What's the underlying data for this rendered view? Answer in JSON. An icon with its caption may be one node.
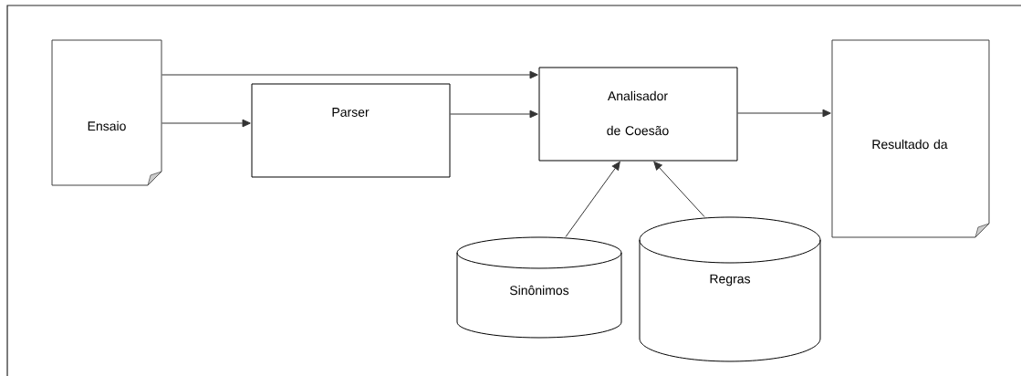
{
  "diagram": {
    "nodes": [
      {
        "text": [
          "Ensaio"
        ]
      },
      {
        "text": [
          "Parser"
        ]
      },
      {
        "text": [
          "Analisador de Coesão"
        ]
      },
      {
        "text": [
          "Resultado da"
        ]
      },
      {
        "text": [
          "Sinônimos"
        ]
      },
      {
        "text": [
          "Regras"
        ]
      }
    ],
    "edges": [
      {
        "from": 0,
        "to": 2,
        "arrow": "to"
      },
      {
        "from": 0,
        "to": 1,
        "arrow": "to"
      },
      {
        "from": 1,
        "to": 2,
        "arrow": "to"
      },
      {
        "from": 2,
        "to": 3,
        "arrow": "to"
      },
      {
        "from": 4,
        "to": 2,
        "arrow": "to"
      },
      {
        "from": 5,
        "to": 2,
        "arrow": "to"
      }
    ]
  }
}
